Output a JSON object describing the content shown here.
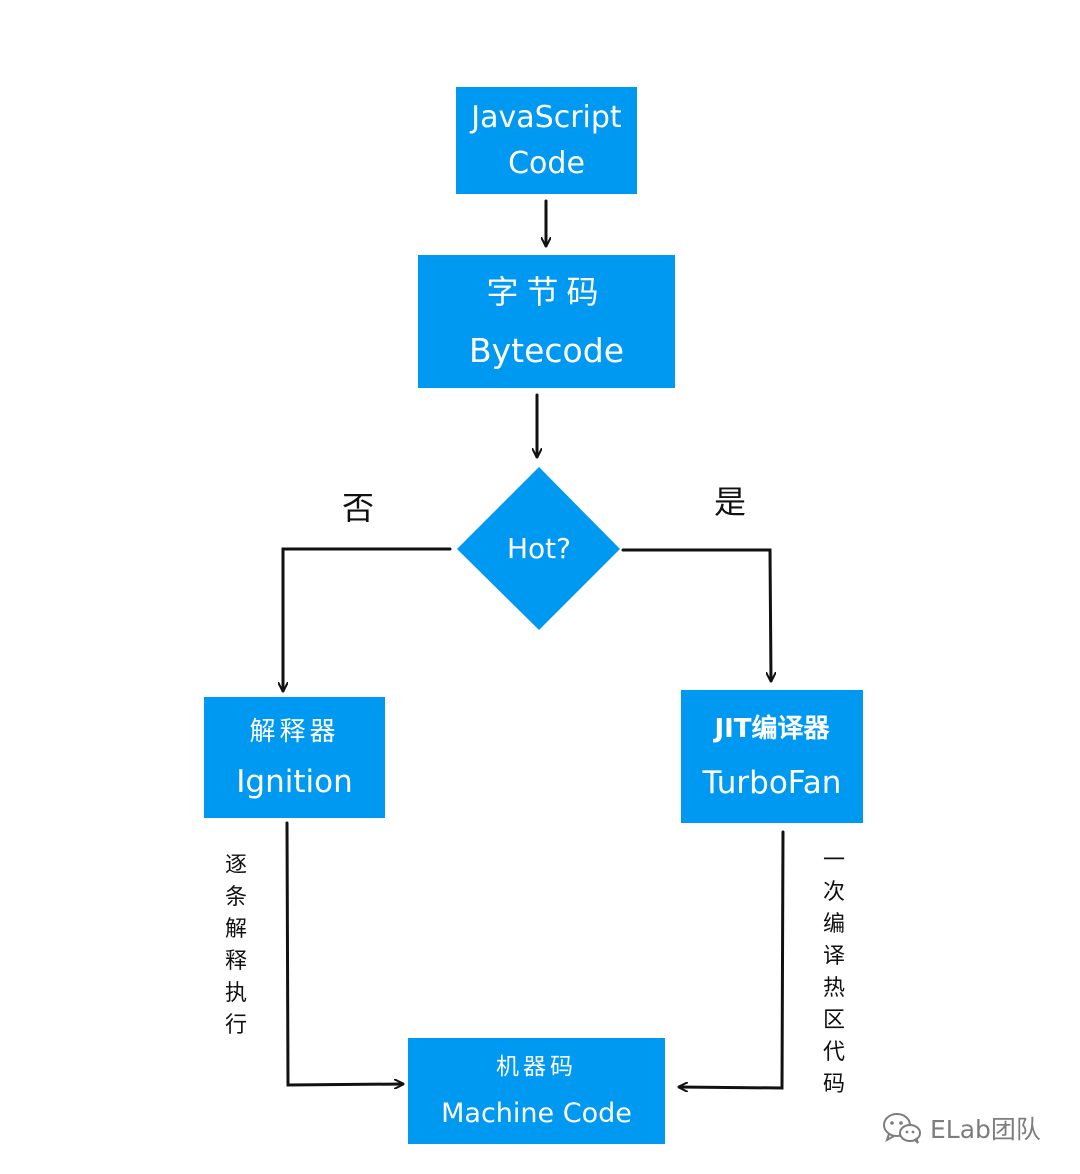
{
  "nodes": {
    "javascript_code": {
      "line1": "JavaScript",
      "line2": "Code"
    },
    "bytecode": {
      "zh": "字节码",
      "en": "Bytecode"
    },
    "decision": {
      "label": "Hot?"
    },
    "interpreter": {
      "zh": "解释器",
      "en": "Ignition"
    },
    "jit_compiler": {
      "zh": "JIT编译器",
      "en": "TurboFan"
    },
    "machine_code": {
      "zh": "机器码",
      "en": "Machine Code"
    }
  },
  "edges": {
    "no_label": "否",
    "yes_label": "是",
    "left_annotation": "逐条解释执行",
    "right_annotation": "一次编译热区代码"
  },
  "watermark": {
    "text": "ELab团队",
    "icon": "wechat-icon"
  },
  "colors": {
    "box": "#0099f2",
    "line": "#111111",
    "watermark": "#7d7d7d"
  }
}
